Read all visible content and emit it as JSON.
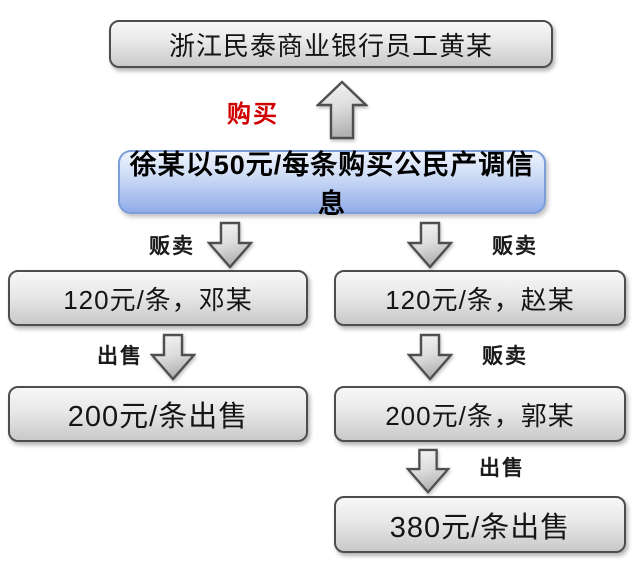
{
  "flowchart": {
    "nodes": {
      "bank": {
        "label": "浙江民泰商业银行员工黄某"
      },
      "source": {
        "label": "徐某以50元/每条购买公民产调信息"
      },
      "left1": {
        "label": "120元/条，邓某"
      },
      "left2": {
        "label": "200元/条出售"
      },
      "right1": {
        "label": "120元/条，赵某"
      },
      "right2": {
        "label": "200元/条，郭某"
      },
      "right3": {
        "label": "380元/条出售"
      }
    },
    "edges": {
      "buy": {
        "label": "购买"
      },
      "left_sell1": {
        "label": "贩卖"
      },
      "left_sell2": {
        "label": "出售"
      },
      "right_sell1": {
        "label": "贩卖"
      },
      "right_sell2": {
        "label": "贩卖"
      },
      "right_sell3": {
        "label": "出售"
      }
    },
    "colors": {
      "buy_label": "#d10000",
      "node_border": "#4d4d4d",
      "node_fill_top": "#f7f7f7",
      "node_fill_bottom": "#c9c9c9",
      "source_border": "#7d9edb",
      "source_fill_top": "#eef3fc",
      "source_fill_bottom": "#91ace8",
      "arrow_stroke": "#4f4f4f",
      "arrow_fill_top": "#f4f4f4",
      "arrow_fill_bottom": "#b5b5b5",
      "text": "#151515"
    }
  }
}
